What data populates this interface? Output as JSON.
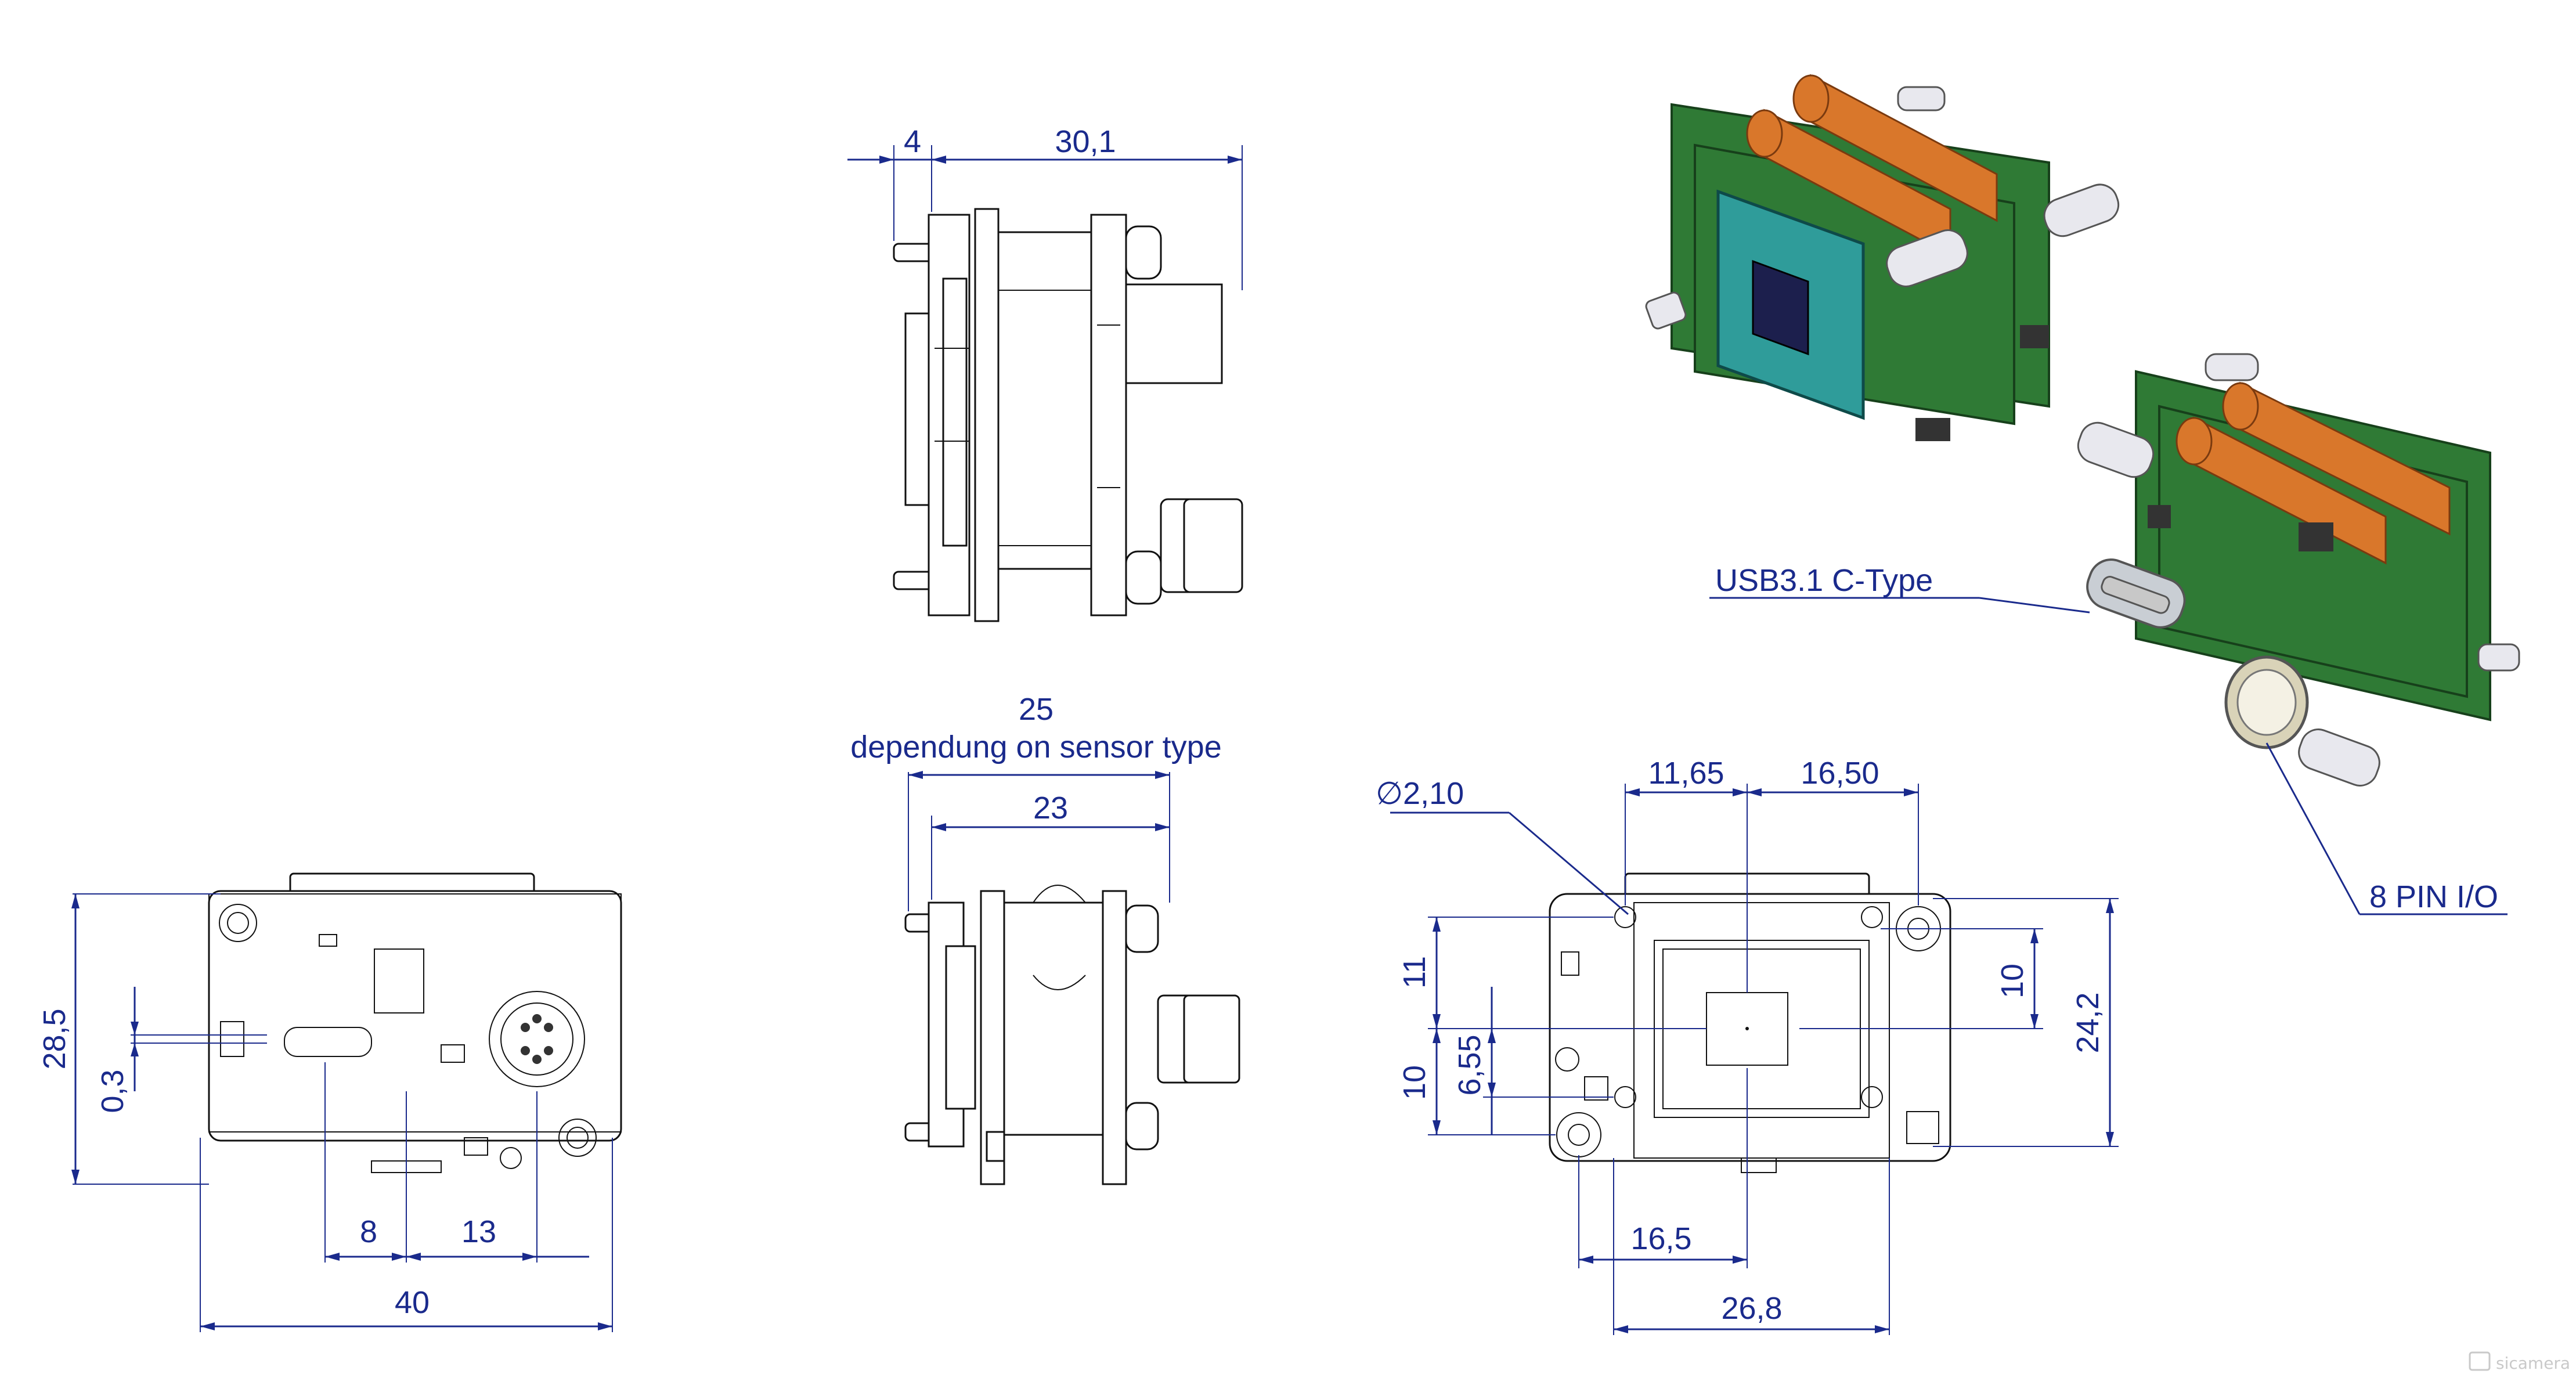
{
  "dimensions": {
    "side_top_4": "4",
    "side_top_30_1": "30,1",
    "side_bot_25": "25",
    "side_bot_dep": "dependung on sensor type",
    "side_bot_23": "23",
    "front_28_5": "28,5",
    "front_0_3": "0,3",
    "front_8": "8",
    "front_13": "13",
    "front_40": "40",
    "back_dia": "∅2,10",
    "back_11_65": "11,65",
    "back_16_50": "16,50",
    "back_11": "11",
    "back_10_left": "10",
    "back_6_55": "6,55",
    "back_10_right": "10",
    "back_24_2": "24,2",
    "back_16_5": "16,5",
    "back_26_8": "26,8"
  },
  "callouts": {
    "usb": "USB3.1 C-Type",
    "io": "8 PIN I/O"
  },
  "watermark": "sicamera",
  "colors": {
    "dimension": "#1a2a8c",
    "pcb": "#2f7a35",
    "capacitor": "#d9772b",
    "sensor": "#2f9c9a"
  }
}
